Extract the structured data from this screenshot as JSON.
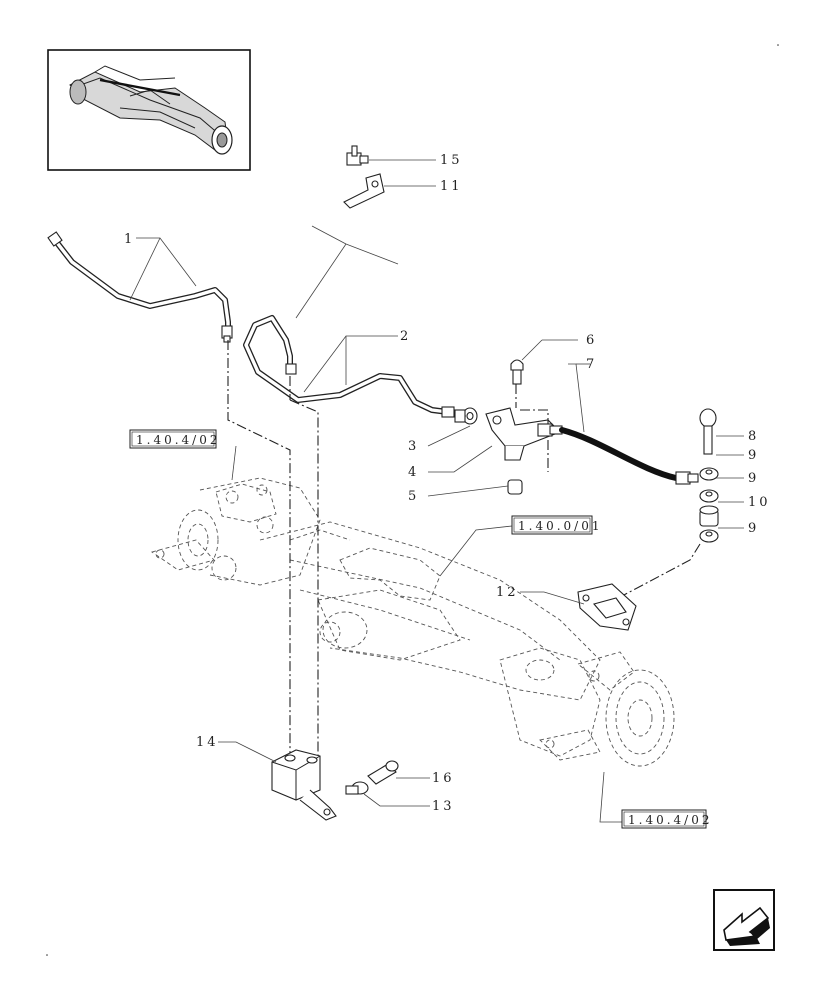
{
  "callouts": {
    "c1": "1",
    "c2": "2",
    "c3": "3",
    "c4": "4",
    "c5": "5",
    "c6": "6",
    "c7": "7",
    "c8": "8",
    "c9a": "9",
    "c9b": "9",
    "c9c": "9",
    "c10": "10",
    "c11": "11",
    "c12": "12",
    "c13": "13",
    "c14": "14",
    "c15": "15",
    "c16": "16"
  },
  "references": {
    "ref_a": "1.40.4/02",
    "ref_b": "1.40.0/01",
    "ref_c": "1.40.4/02"
  },
  "icons": {
    "thumbnail": "axle-thumbnail-icon",
    "nav": "previous-page-arrow-icon"
  }
}
